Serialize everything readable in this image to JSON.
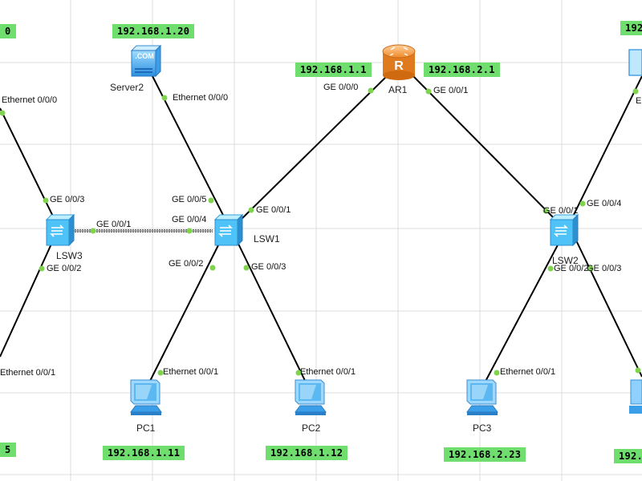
{
  "devices": {
    "server2": {
      "name": "Server2",
      "icon": "server-icon",
      "badge": ".COM"
    },
    "ar1": {
      "name": "AR1",
      "icon": "router-icon"
    },
    "lsw1": {
      "name": "LSW1",
      "icon": "switch-icon"
    },
    "lsw2": {
      "name": "LSW2",
      "icon": "switch-icon"
    },
    "lsw3": {
      "name": "LSW3",
      "icon": "switch-icon"
    },
    "pc1": {
      "name": "PC1",
      "icon": "pc-icon"
    },
    "pc2": {
      "name": "PC2",
      "icon": "pc-icon"
    },
    "pc3": {
      "name": "PC3",
      "icon": "pc-icon"
    }
  },
  "ips": {
    "top_left_partial": "0",
    "server2": "192.168.1.20",
    "ar1_ge0": "192.168.1.1",
    "ar1_ge1": "192.168.2.1",
    "top_right_partial": "192",
    "bottom_left_partial": "5",
    "pc1": "192.168.1.11",
    "pc2": "192.168.1.12",
    "pc3": "192.168.2.23",
    "bottom_right_partial": "192."
  },
  "ports": {
    "left_server_eth": "Ethernet 0/0/0",
    "server2_eth": "Ethernet 0/0/0",
    "ar1_ge0": "GE 0/0/0",
    "ar1_ge1": "GE 0/0/1",
    "right_server_eth": "E",
    "lsw3_ge3": "GE 0/0/3",
    "lsw3_ge1": "GE 0/0/1",
    "lsw3_ge2": "GE 0/0/2",
    "lsw1_ge5": "GE 0/0/5",
    "lsw1_ge4": "GE 0/0/4",
    "lsw1_ge1": "GE 0/0/1",
    "lsw1_ge2": "GE 0/0/2",
    "lsw1_ge3": "GE 0/0/3",
    "lsw2_ge1": "GE 0/0/1",
    "lsw2_ge4": "GE 0/0/4",
    "lsw2_ge2": "GE 0/0/2",
    "lsw2_ge3": "GE 0/0/3",
    "left_pc_eth": "Ethernet 0/0/1",
    "pc1_eth": "Ethernet 0/0/1",
    "pc2_eth": "Ethernet 0/0/1",
    "pc3_eth": "Ethernet 0/0/1"
  },
  "colors": {
    "ip_label_bg": "#6fde6f",
    "link": "#000000",
    "port_dot": "#7fd34f",
    "grid": "#dcdcdc",
    "switch": "#4fc3f7",
    "router": "#f5a04a"
  }
}
